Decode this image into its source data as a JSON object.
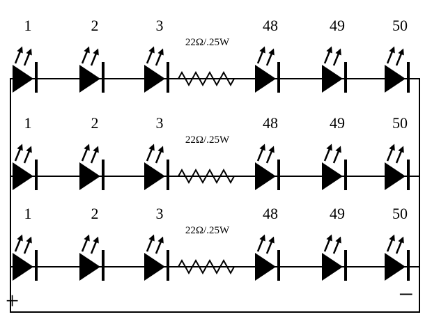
{
  "diagram": {
    "description": "LED series-parallel circuit schematic, three strings of 50 LEDs with series resistor",
    "rows": [
      {
        "led_labels": [
          "1",
          "2",
          "3",
          "48",
          "49",
          "50"
        ],
        "resistor_label": "22Ω/.25W"
      },
      {
        "led_labels": [
          "1",
          "2",
          "3",
          "48",
          "49",
          "50"
        ],
        "resistor_label": "22Ω/.25W"
      },
      {
        "led_labels": [
          "1",
          "2",
          "3",
          "48",
          "49",
          "50"
        ],
        "resistor_label": "22Ω/.25W"
      }
    ],
    "terminals": {
      "positive": "+",
      "negative": "−"
    },
    "colors": {
      "ink": "#000000",
      "background": "#ffffff"
    }
  }
}
